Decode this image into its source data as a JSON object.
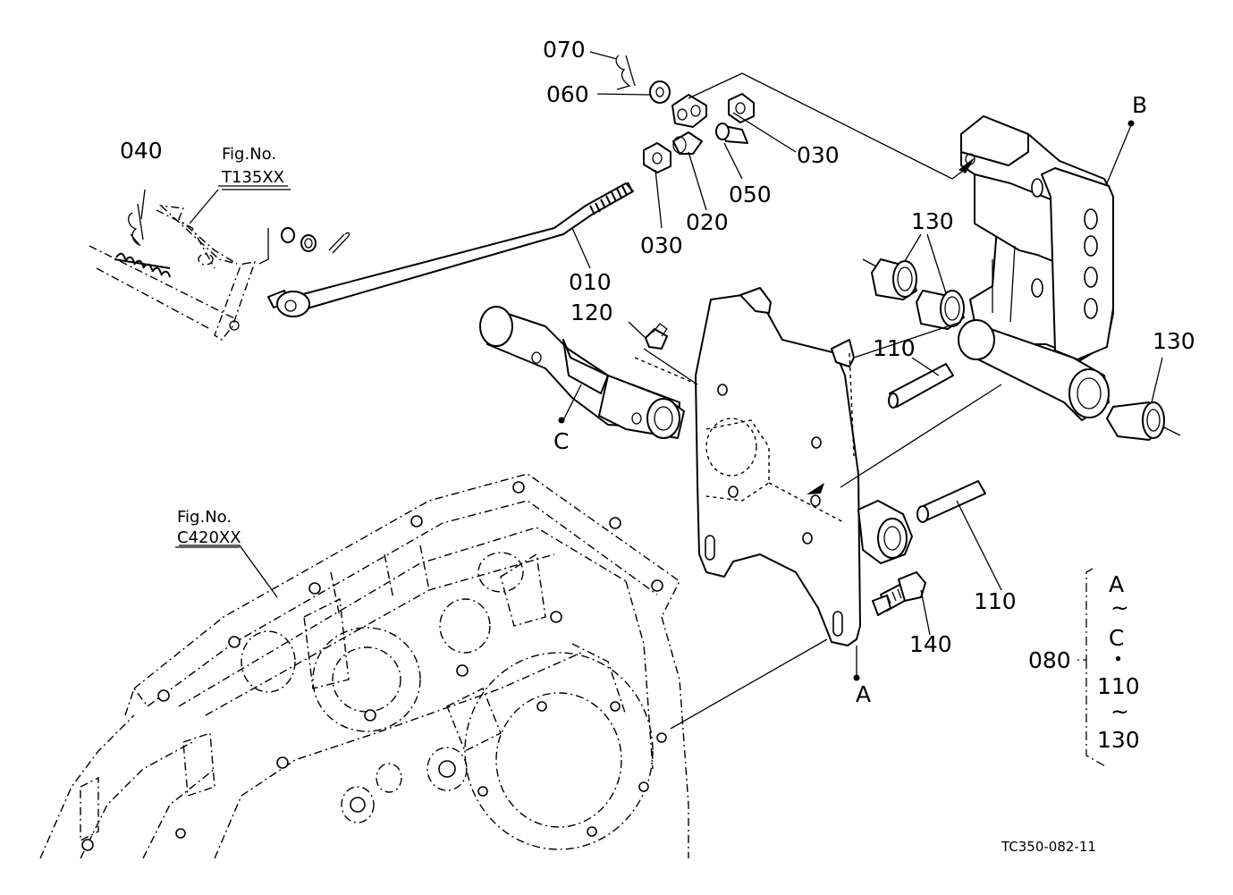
{
  "drawing": {
    "code": "TC350-082-11",
    "fig_refs": [
      {
        "prefix": "Fig.No.",
        "number": "T135XX"
      },
      {
        "prefix": "Fig.No.",
        "number": "C420XX"
      }
    ]
  },
  "callouts": {
    "p070": "070",
    "p060": "060",
    "p040": "040",
    "p030a": "030",
    "p050": "050",
    "p020": "020",
    "p030b": "030",
    "p010": "010",
    "p120": "120",
    "p130a": "130",
    "p130b": "130",
    "p110a": "110",
    "p110b": "110",
    "p140": "140",
    "p080": "080"
  },
  "reference_points": {
    "A": "A",
    "B": "B",
    "C": "C"
  },
  "assembly_group": {
    "lines": [
      "A",
      "~",
      "C",
      "・",
      "110",
      "~",
      "130"
    ]
  }
}
